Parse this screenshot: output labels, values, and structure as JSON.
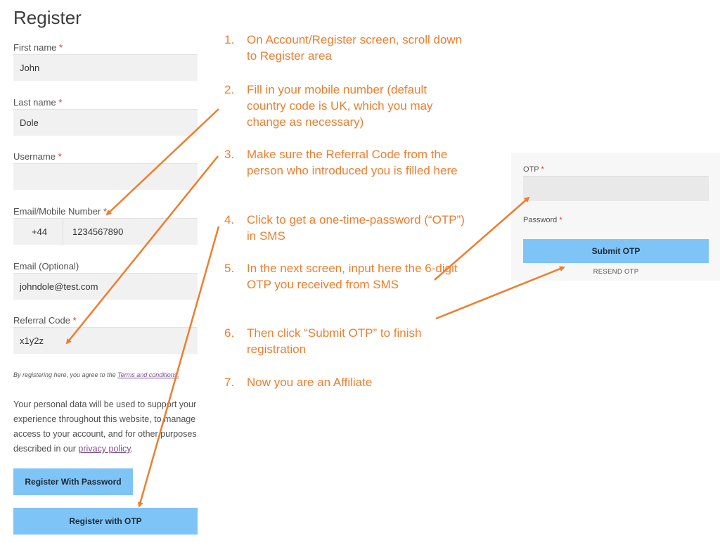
{
  "register": {
    "title": "Register",
    "required_mark": "*",
    "first_name": {
      "label": "First name",
      "value": "John"
    },
    "last_name": {
      "label": "Last name",
      "value": "Dole"
    },
    "username": {
      "label": "Username",
      "value": ""
    },
    "mobile": {
      "label": "Email/Mobile Number",
      "country_code": "+44",
      "value": "1234567890"
    },
    "email": {
      "label": "Email (Optional)",
      "value": "johndole@test.com"
    },
    "referral": {
      "label": "Referral Code",
      "value": "x1y2z"
    },
    "terms_prefix": "By registering here, you agree to the ",
    "terms_link": "Terms and conditions.",
    "privacy_text": "Your personal data will be used to support your experience throughout this website, to manage access to your account, and for other purposes described in our ",
    "privacy_link": "privacy policy",
    "privacy_suffix": ".",
    "btn_password": "Register With Password",
    "btn_otp": "Register with OTP"
  },
  "instructions": {
    "color": "#ef7d2d",
    "steps": [
      {
        "num": "1.",
        "text": "On Account/Register screen, scroll down to Register area"
      },
      {
        "num": "2.",
        "text": "Fill in your mobile number (default country code is UK, which you may change as necessary)"
      },
      {
        "num": "3.",
        "text": "Make sure the Referral Code from the person who introduced you is filled here"
      },
      {
        "num": "4.",
        "text": "Click to get a one-time-password (“OTP”) in SMS"
      },
      {
        "num": "5.",
        "text": "In the next screen, input here the 6-digit OTP you received from SMS"
      },
      {
        "num": "6.",
        "text": "Then click “Submit OTP” to finish registration"
      },
      {
        "num": "7.",
        "text": "Now you are an Affiliate"
      }
    ]
  },
  "otp_panel": {
    "otp_label": "OTP",
    "password_label": "Password",
    "submit_label": "Submit OTP",
    "resend_label": "RESEND OTP"
  },
  "colors": {
    "button": "#7fc4f7",
    "input_bg": "#f1f1f1",
    "required": "#d03b3b",
    "link": "#7d4c8f",
    "arrow": "#ef7d2d"
  }
}
